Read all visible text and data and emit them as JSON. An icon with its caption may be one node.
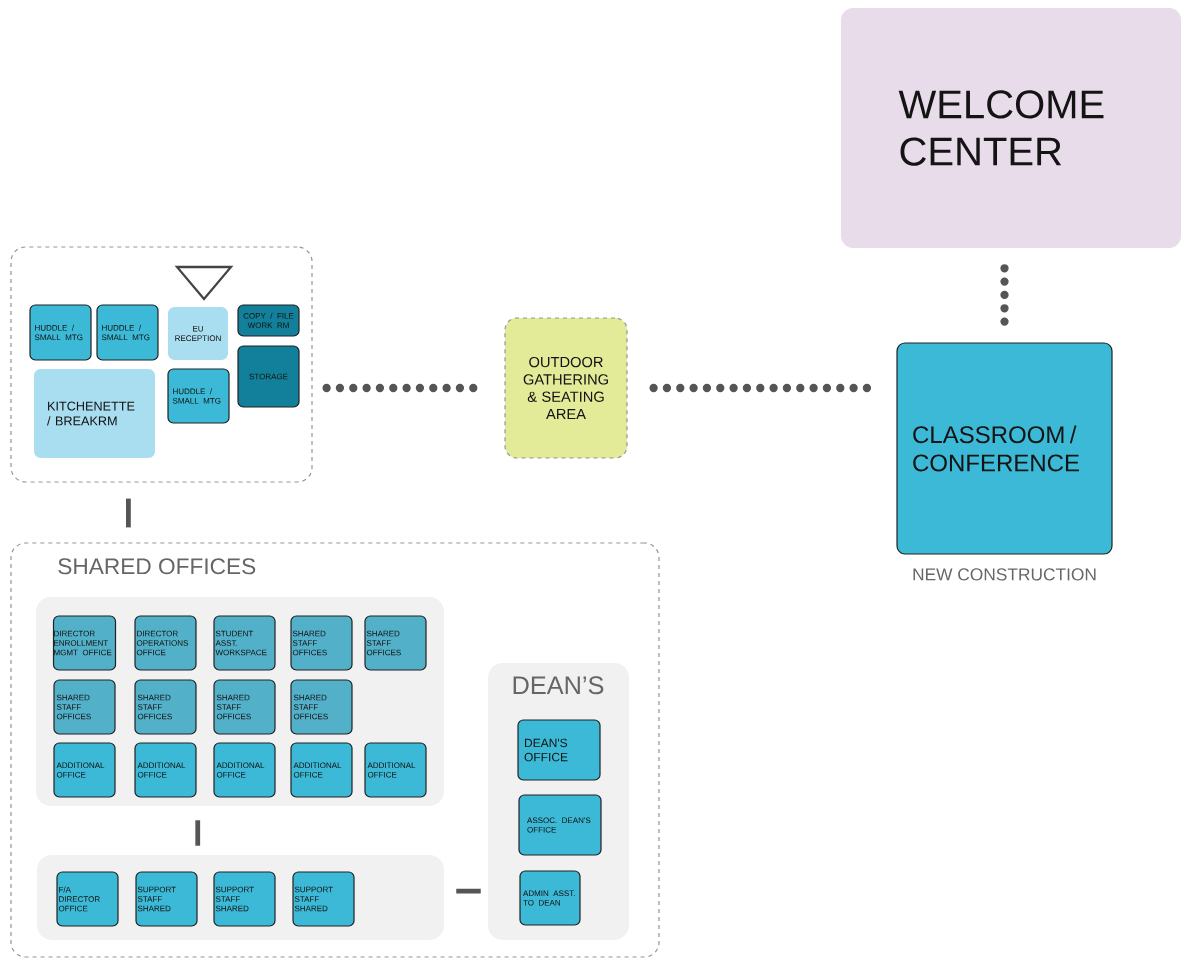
{
  "diagram": {
    "nodes": [
      {
        "text": [
          "WELCOME CENTER"
        ]
      },
      {
        "text": [],
        "shape": "box"
      },
      {
        "text": [
          "HUDDLE / SMALL MTG"
        ],
        "in": 1
      },
      {
        "text": [
          "HUDDLE / SMALL MTG"
        ],
        "in": 1
      },
      {
        "text": [
          "EU RECEPTION"
        ],
        "in": 1
      },
      {
        "text": [
          "COPY / FILE WORK RM"
        ],
        "in": 1
      },
      {
        "text": [
          "KITCHENETTE / BREAKRM"
        ],
        "in": 1
      },
      {
        "text": [
          "HUDDLE / SMALL MTG"
        ],
        "in": 1
      },
      {
        "text": [
          "STORAGE"
        ],
        "in": 1
      },
      {
        "text": [
          "OUTDOOR GATHERING & SEATING AREA"
        ]
      },
      {
        "text": [
          "CLASSROOM / CONFERENCE"
        ],
        "beside": [
          "NEW CONSTRUCTION"
        ]
      },
      {
        "text": [
          "SHARED OFFICES"
        ]
      },
      {
        "text": [],
        "shape": "box",
        "in": 11
      },
      {
        "text": [
          "DIRECTOR ENROLLMENT MGMT OFFICE"
        ],
        "in": 12
      },
      {
        "text": [
          "DIRECTOR OPERATIONS OFFICE"
        ],
        "in": 12
      },
      {
        "text": [
          "STUDENT ASST. WORKSPACE"
        ],
        "in": 12
      },
      {
        "text": [
          "SHARED STAFF OFFICES"
        ],
        "in": 12
      },
      {
        "text": [
          "SHARED STAFF OFFICES"
        ],
        "in": 12
      },
      {
        "text": [
          "SHARED STAFF OFFICES"
        ],
        "in": 12
      },
      {
        "text": [
          "SHARED STAFF OFFICES"
        ],
        "in": 12
      },
      {
        "text": [
          "SHARED STAFF OFFICES"
        ],
        "in": 12
      },
      {
        "text": [
          "SHARED STAFF OFFICES"
        ],
        "in": 12
      },
      {
        "text": [
          "ADDITIONAL OFFICE"
        ],
        "in": 12
      },
      {
        "text": [
          "ADDITIONAL OFFICE"
        ],
        "in": 12
      },
      {
        "text": [
          "ADDITIONAL OFFICE"
        ],
        "in": 12
      },
      {
        "text": [
          "ADDITIONAL OFFICE"
        ],
        "in": 12
      },
      {
        "text": [
          "ADDITIONAL OFFICE"
        ],
        "in": 12
      },
      {
        "text": [],
        "shape": "box",
        "in": 11
      },
      {
        "text": [
          "F/A DIRECTOR OFFICE"
        ],
        "in": 27
      },
      {
        "text": [
          "SUPPORT STAFF SHARED"
        ],
        "in": 27
      },
      {
        "text": [
          "SUPPORT STAFF SHARED"
        ],
        "in": 27
      },
      {
        "text": [
          "SUPPORT STAFF SHARED"
        ],
        "in": 27
      },
      {
        "text": [
          "DEAN’S"
        ],
        "in": 11
      },
      {
        "text": [
          "DEAN'S OFFICE"
        ],
        "in": 32
      },
      {
        "text": [
          "ASSOC. DEAN'S OFFICE"
        ],
        "in": 32
      },
      {
        "text": [
          "ADMIN ASST. TO DEAN"
        ],
        "in": 32
      }
    ],
    "edges": [
      {
        "from": 1,
        "to": 9,
        "arrow": "none",
        "style": "dashed"
      },
      {
        "from": 9,
        "to": 10,
        "arrow": "none",
        "style": "dashed"
      },
      {
        "from": 0,
        "to": 10,
        "arrow": "none",
        "style": "dashed"
      },
      {
        "from": 1,
        "to": 11,
        "arrow": "none"
      },
      {
        "from": 12,
        "to": 27,
        "arrow": "none"
      },
      {
        "from": 27,
        "to": 32,
        "arrow": "none"
      }
    ]
  }
}
